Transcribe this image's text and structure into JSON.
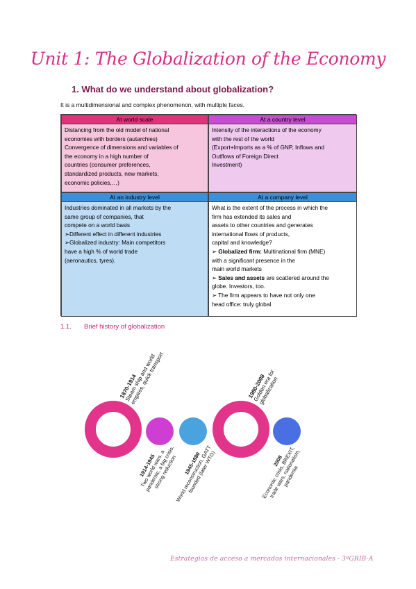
{
  "title": "Unit 1: The Globalization of the Economy",
  "question": "1.  What do we understand about globalization?",
  "intro": "It is a multidimensional and complex phenomenon, with multiple faces.",
  "table": {
    "world": {
      "header": "At world scale",
      "lines": [
        "Distancing from the old model of national",
        "economies with borders (autarchies)",
        "Convergence of dimensions and variables of",
        "the economy in a high number of",
        "countries (consumer preferences,",
        "standardized products, new markets,",
        "economic policies,…)"
      ]
    },
    "country": {
      "header": "At a country level",
      "lines": [
        "Intensity of the interactions of the economy",
        "with the rest of the world",
        "(Export+Imports as a % of GNP, Inflows and",
        "Outflows of Foreign Direct",
        "Investment)"
      ]
    },
    "industry": {
      "header": "At an industry level",
      "lines": [
        "Industries dominated in all markets by the",
        "same group of companies, that",
        "compete on a world basis",
        "➢Different effect in different industries",
        "➢Globalized industry: Main competitors",
        "have a high % of world trade",
        "(aeronautics, tyres)."
      ]
    },
    "company": {
      "header": "At a company level",
      "lines": [
        "What is the extent of the process in which the",
        "firm has extended its sales and",
        "assets to other countries and generates",
        "international flows of products,",
        "capital and knowledge?"
      ],
      "bullet1_bold": "Globalized firm:",
      "bullet1_rest": " Multinational firm (MNE)",
      "bullet1_lines": [
        "with a significant presence in the",
        "main world markets"
      ],
      "bullet2_bold": "Sales and assets",
      "bullet2_rest": " are scattered around the",
      "bullet2_lines": [
        "globe. Investors, too."
      ],
      "bullet3": " The firm appears to have not only one",
      "bullet3_lines": [
        "head office: truly global"
      ],
      "arrow": "➢"
    }
  },
  "subheading": {
    "num": "1.1.",
    "text": "Brief history of globalization"
  },
  "timeline": {
    "colors": {
      "pink": "#e2348a",
      "purple": "#cf3ed3",
      "lightblue": "#4aa3df",
      "blue": "#4a6fe3"
    },
    "e1": {
      "date": "1870-1914",
      "line1": "Steam ship and world",
      "line2": "empires, quick transport"
    },
    "e2": {
      "date": "1914-1945",
      "line1": "Two world wars, a",
      "line2": "pandemic, a big crisis,",
      "line3": "strong reduction"
    },
    "e3": {
      "date": "1945-1980",
      "line1": "World reconstruction, GATT",
      "line2": "founded (later WTO)"
    },
    "e4": {
      "date": "1980-2008",
      "line1": "Golden era for",
      "line2": "globalization"
    },
    "e5": {
      "date": "2008",
      "line1": "Economic crisis, BREXIT,",
      "line2": "trade wars, nationalism,",
      "line3": "pandemia"
    }
  },
  "footer": "Estrategias de acceso a mercados internacionales · 3ºGRIB-A"
}
